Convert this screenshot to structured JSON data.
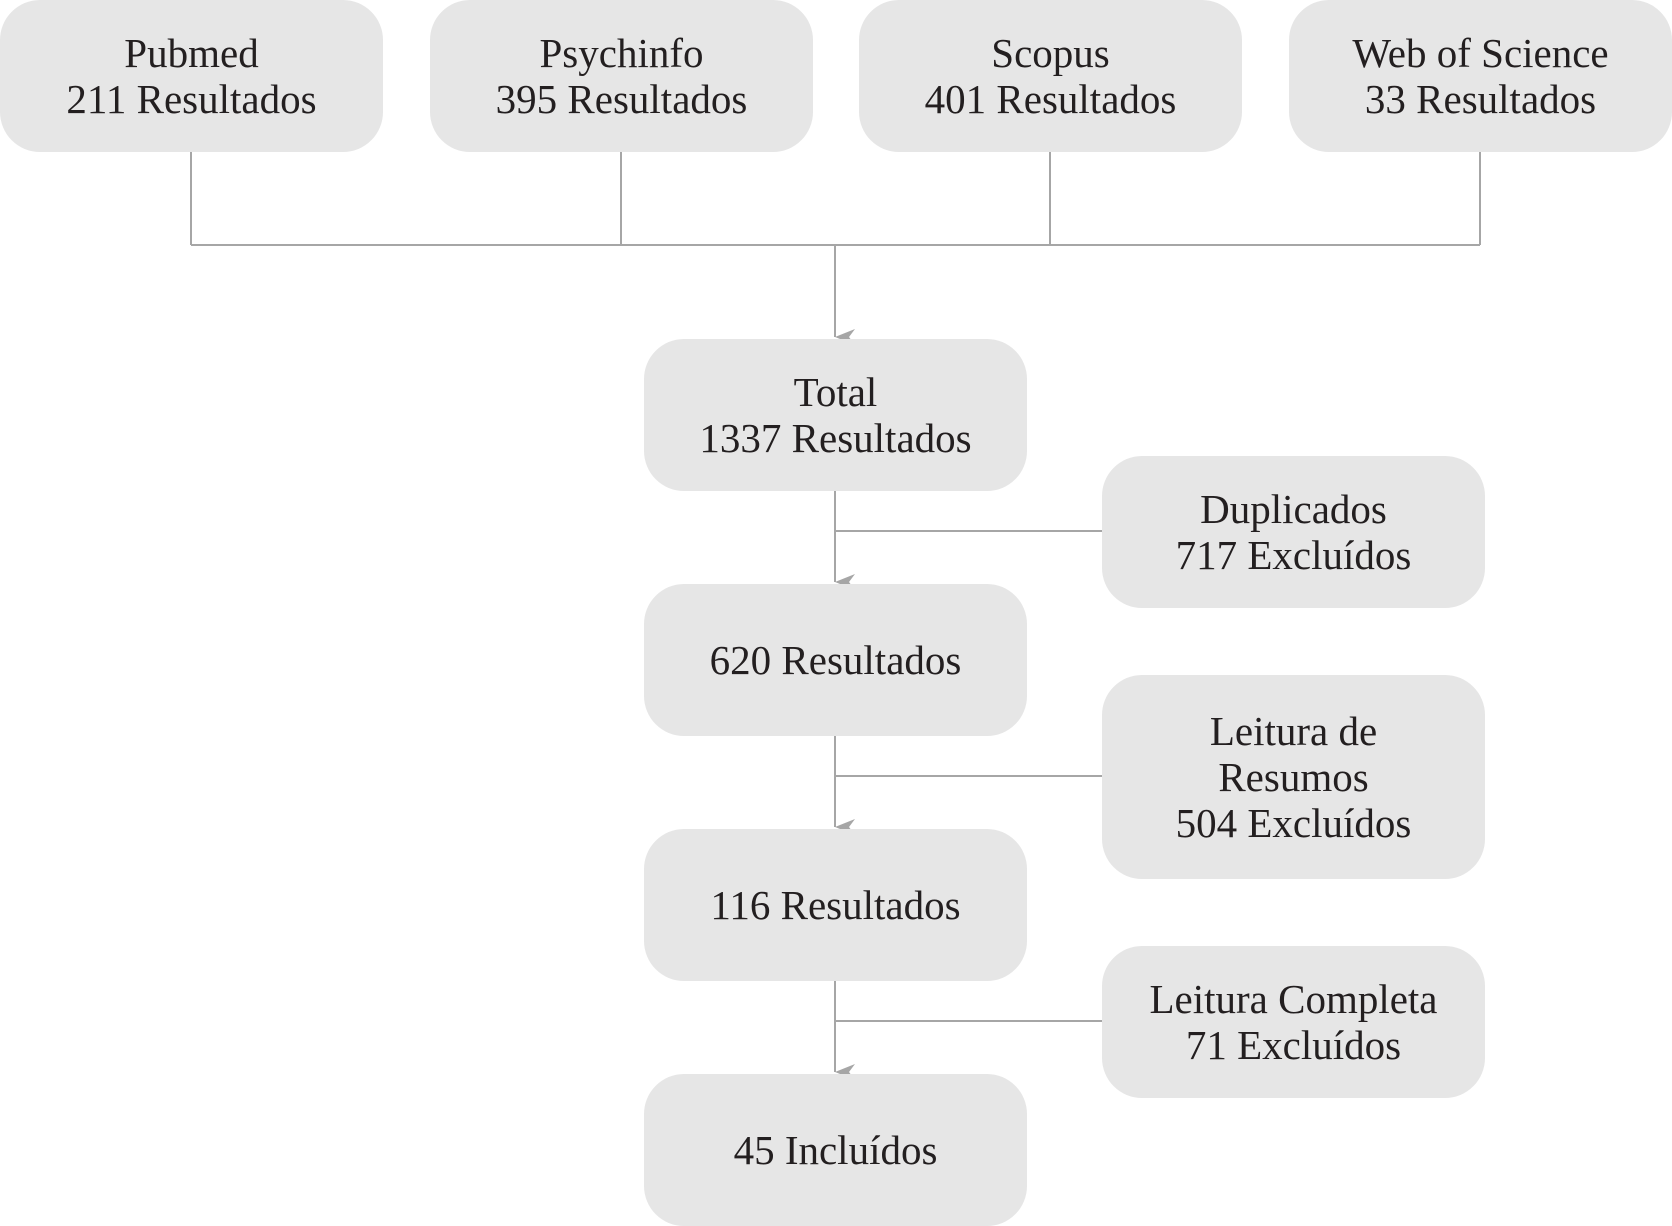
{
  "sources": [
    {
      "name": "Pubmed",
      "count": "211 Resultados"
    },
    {
      "name": "Psychinfo",
      "count": "395 Resultados"
    },
    {
      "name": "Scopus",
      "count": "401 Resultados"
    },
    {
      "name": "Web of Science",
      "count": "33 Resultados"
    }
  ],
  "flow": {
    "total": {
      "label": "Total",
      "count": "1337 Resultados"
    },
    "after_duplicates": "620 Resultados",
    "after_abstracts": "116 Resultados",
    "included": "45 Incluídos"
  },
  "exclusions": {
    "duplicates": {
      "label": "Duplicados",
      "count": "717 Excluídos"
    },
    "abstracts": {
      "label_line1": "Leitura de",
      "label_line2": "Resumos",
      "count": "504 Excluídos"
    },
    "full_text": {
      "label": "Leitura Completa",
      "count": "71 Excluídos"
    }
  },
  "colors": {
    "box_fill": "#e6e6e6",
    "connector": "#a6a6a6",
    "text": "#231f20"
  }
}
